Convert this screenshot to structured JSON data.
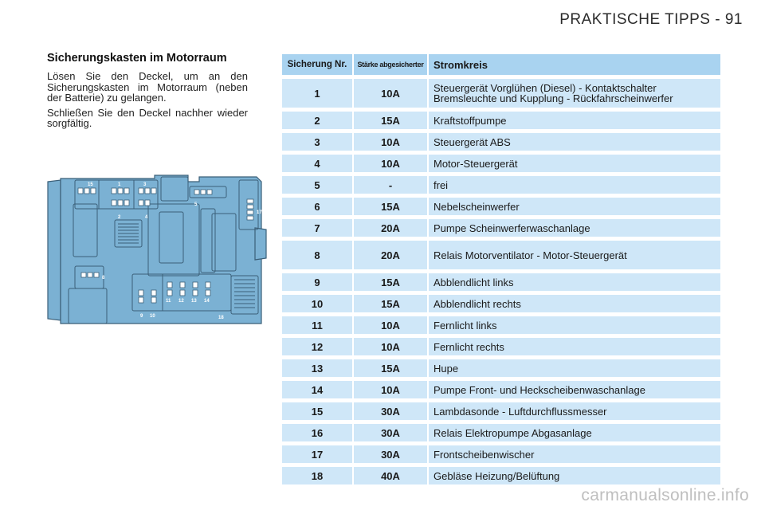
{
  "header": {
    "page_title": "PRAKTISCHE TIPPS - 91"
  },
  "section": {
    "heading": "Sicherungskasten im Motorraum",
    "paragraphs": [
      "Lösen Sie den Deckel, um an den Sicherungskasten im Motorraum (neben der Batterie) zu gelangen.",
      "Schließen Sie den Deckel nachher wieder sorgfältig."
    ]
  },
  "diagram": {
    "labels": [
      "15",
      "1",
      "3",
      "2",
      "4",
      "5",
      "17",
      "8",
      "9",
      "10",
      "11",
      "12",
      "13",
      "14",
      "18"
    ]
  },
  "table": {
    "headers": [
      "Sicherung Nr.",
      "Stärke abgesicherter",
      "Stromkreis"
    ],
    "rows": [
      {
        "nr": "1",
        "amp": "10A",
        "lines": [
          "Steuergerät Vorglühen (Diesel) - Kontaktschalter",
          "Bremsleuchte und Kupplung - Rückfahrscheinwerfer"
        ]
      },
      {
        "nr": "2",
        "amp": "15A",
        "lines": [
          "Kraftstoffpumpe"
        ]
      },
      {
        "nr": "3",
        "amp": "10A",
        "lines": [
          "Steuergerät ABS"
        ]
      },
      {
        "nr": "4",
        "amp": "10A",
        "lines": [
          "Motor-Steuergerät"
        ]
      },
      {
        "nr": "5",
        "amp": "-",
        "lines": [
          "frei"
        ]
      },
      {
        "nr": "6",
        "amp": "15A",
        "lines": [
          "Nebelscheinwerfer"
        ]
      },
      {
        "nr": "7",
        "amp": "20A",
        "lines": [
          "Pumpe Scheinwerferwaschanlage"
        ]
      },
      {
        "nr": "8",
        "amp": "20A",
        "lines": [
          "Relais Motorventilator - Motor-Steuergerät"
        ]
      },
      {
        "nr": "9",
        "amp": "15A",
        "lines": [
          "Abblendlicht links"
        ]
      },
      {
        "nr": "10",
        "amp": "15A",
        "lines": [
          "Abblendlicht rechts"
        ]
      },
      {
        "nr": "11",
        "amp": "10A",
        "lines": [
          "Fernlicht links"
        ]
      },
      {
        "nr": "12",
        "amp": "10A",
        "lines": [
          "Fernlicht rechts"
        ]
      },
      {
        "nr": "13",
        "amp": "15A",
        "lines": [
          "Hupe"
        ]
      },
      {
        "nr": "14",
        "amp": "10A",
        "lines": [
          "Pumpe Front- und Heckscheibenwaschanlage"
        ]
      },
      {
        "nr": "15",
        "amp": "30A",
        "lines": [
          "Lambdasonde - Luftdurchflussmesser"
        ]
      },
      {
        "nr": "16",
        "amp": "30A",
        "lines": [
          "Relais Elektropumpe Abgasanlage"
        ]
      },
      {
        "nr": "17",
        "amp": "30A",
        "lines": [
          "Frontscheibenwischer"
        ]
      },
      {
        "nr": "18",
        "amp": "40A",
        "lines": [
          "Gebläse Heizung/Belüftung"
        ]
      }
    ]
  },
  "watermark": {
    "text": "carmanualsonline.info"
  },
  "colors": {
    "header_cell": "#a9d3f0",
    "body_cell": "#cfe7f8",
    "diagram_fill": "#7bb1d3",
    "diagram_stroke": "#3b5f78"
  }
}
